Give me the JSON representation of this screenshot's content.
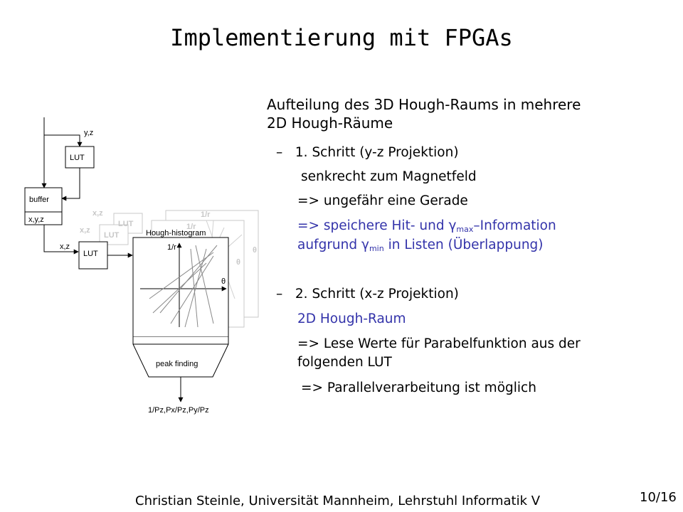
{
  "title": "Implementierung mit FPGAs",
  "heading_line1": "Aufteilung des 3D Hough-Raums in mehrere",
  "heading_line2": "2D Hough-Räume",
  "step1": {
    "head_dash": "–",
    "head": "1. Schritt (y-z Projektion)",
    "line1": "senkrecht zum Magnetfeld",
    "line2": "=> ungefähr eine Gerade",
    "line3_a": "=> speichere Hit- und ",
    "gamma": "γ",
    "max": "max",
    "line3_b": "–Information",
    "line4_a": "aufgrund ",
    "min": "min",
    "line4_b": " in Listen (Überlappung)"
  },
  "step2": {
    "head_dash": "–",
    "head": "2. Schritt (x-z Projektion)",
    "line1": "2D Hough-Raum",
    "line2": "=> Lese Werte für Parabelfunktion aus der",
    "line3": "folgenden LUT",
    "line4": "=> Parallelverarbeitung ist möglich"
  },
  "footer": "Christian Steinle, Universität Mannheim, Lehrstuhl Informatik V",
  "page_number": "10/16",
  "diagram": {
    "yz_label": "y,z",
    "lut_label": "LUT",
    "buffer_label": "buffer",
    "xyz_label": "x,y,z",
    "xz_label": "x,z",
    "hough_histogram_label": "Hough-histogram",
    "inv_r_label": "1/r",
    "theta_label": "θ",
    "peak_finding_label": "peak finding",
    "output_label": "1/Pz,Px/Pz,Py/Pz"
  }
}
